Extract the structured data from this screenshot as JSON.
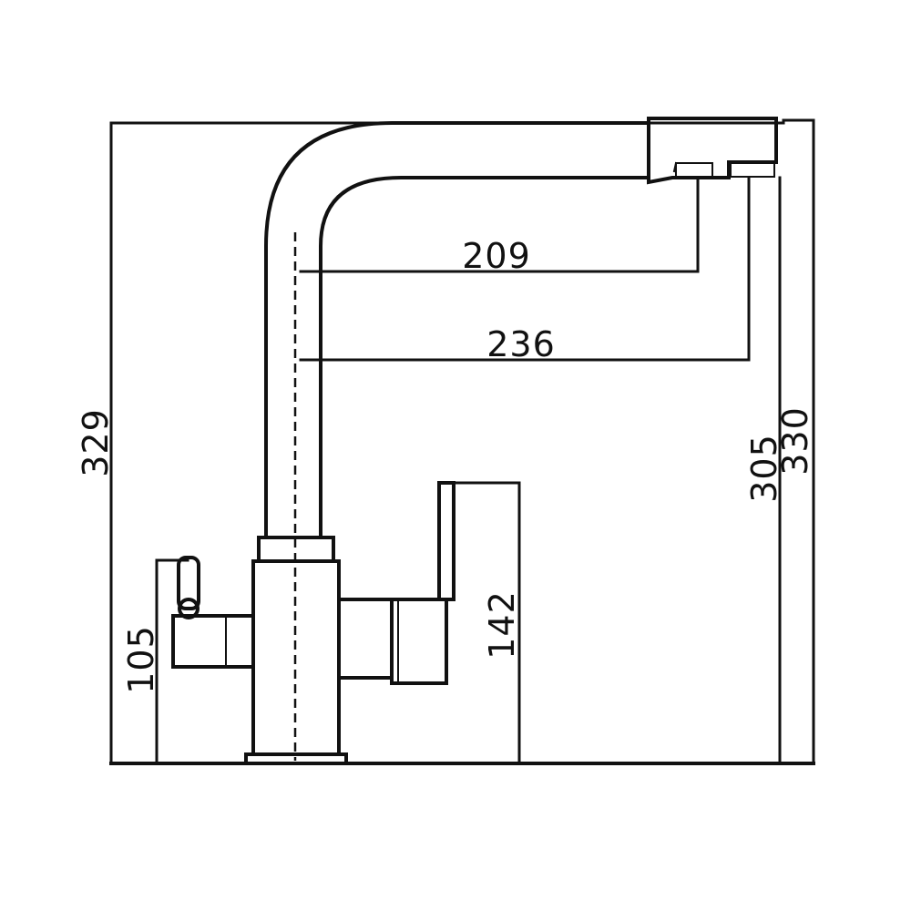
{
  "diagram": {
    "dimensions": {
      "spout_reach_inner": "209",
      "spout_reach_outer": "236",
      "total_height_left": "329",
      "spout_height": "305",
      "total_height_right": "330",
      "handle_height": "142",
      "side_lever_height": "105"
    }
  }
}
